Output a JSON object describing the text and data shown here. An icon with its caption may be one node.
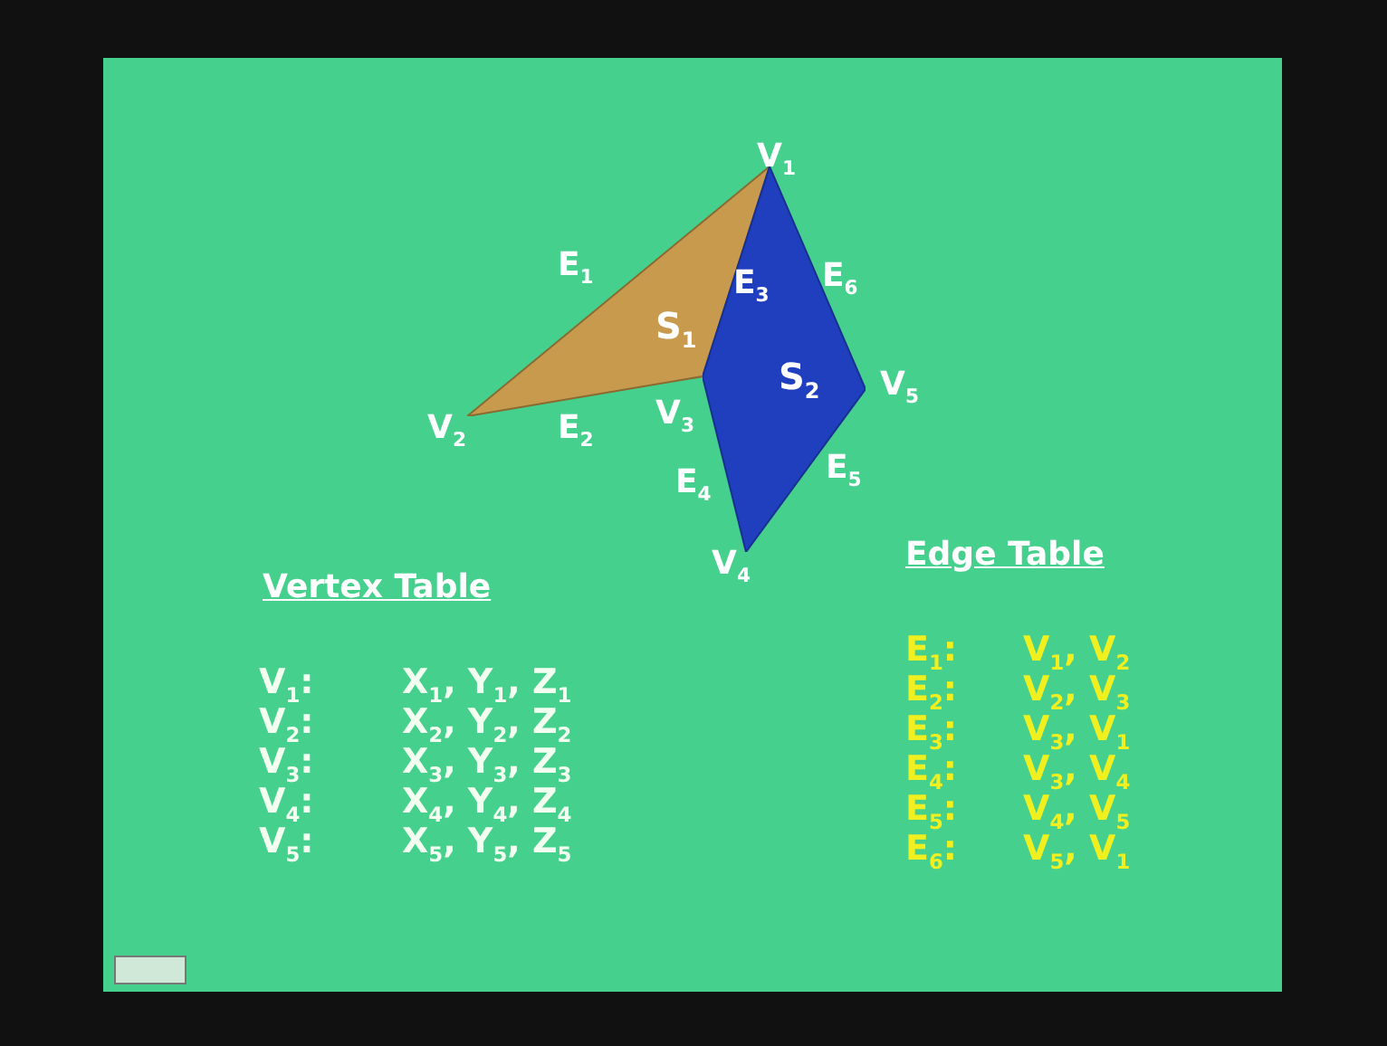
{
  "diagram": {
    "nodes": [
      {
        "text": [
          "S$_{1}$"
        ]
      },
      {
        "text": [
          "S$_{2}$"
        ]
      }
    ],
    "labels": [
      "V$_{1}$",
      "E$_{1}$",
      "E$_{3}$",
      "E$_{6}$",
      "V$_{5}$",
      "V$_{2}$",
      "E$_{2}$",
      "V$_{3}$",
      "E$_{4}$",
      "E$_{5}$",
      "V$_{4}$",
      "Vertex Table",
      "V$_{1}$:",
      "X$_{1}$, Y$_{1}$, Z$_{1}$",
      "V$_{2}$:",
      "X$_{2}$, Y$_{2}$, Z$_{2}$",
      "V$_{3}$:",
      "X$_{3}$, Y$_{3}$, Z$_{3}$",
      "V$_{4}$:",
      "X$_{4}$, Y$_{4}$, Z$_{4}$",
      "V$_{5}$:",
      "X$_{5}$, Y$_{5}$, Z$_{5}$",
      "Edge Table",
      "E$_{1}$:",
      "V$_{1}$, V$_{2}$",
      "E$_{2}$:",
      "V$_{2}$, V$_{3}$",
      "E$_{3}$:",
      "V$_{3}$, V$_{1}$",
      "E$_{4}$:",
      "V$_{3}$, V$_{4}$",
      "E$_{5}$:",
      "V$_{4}$, V$_{5}$",
      "E$_{6}$:",
      "V$_{5}$, V$_{1}$"
    ]
  }
}
